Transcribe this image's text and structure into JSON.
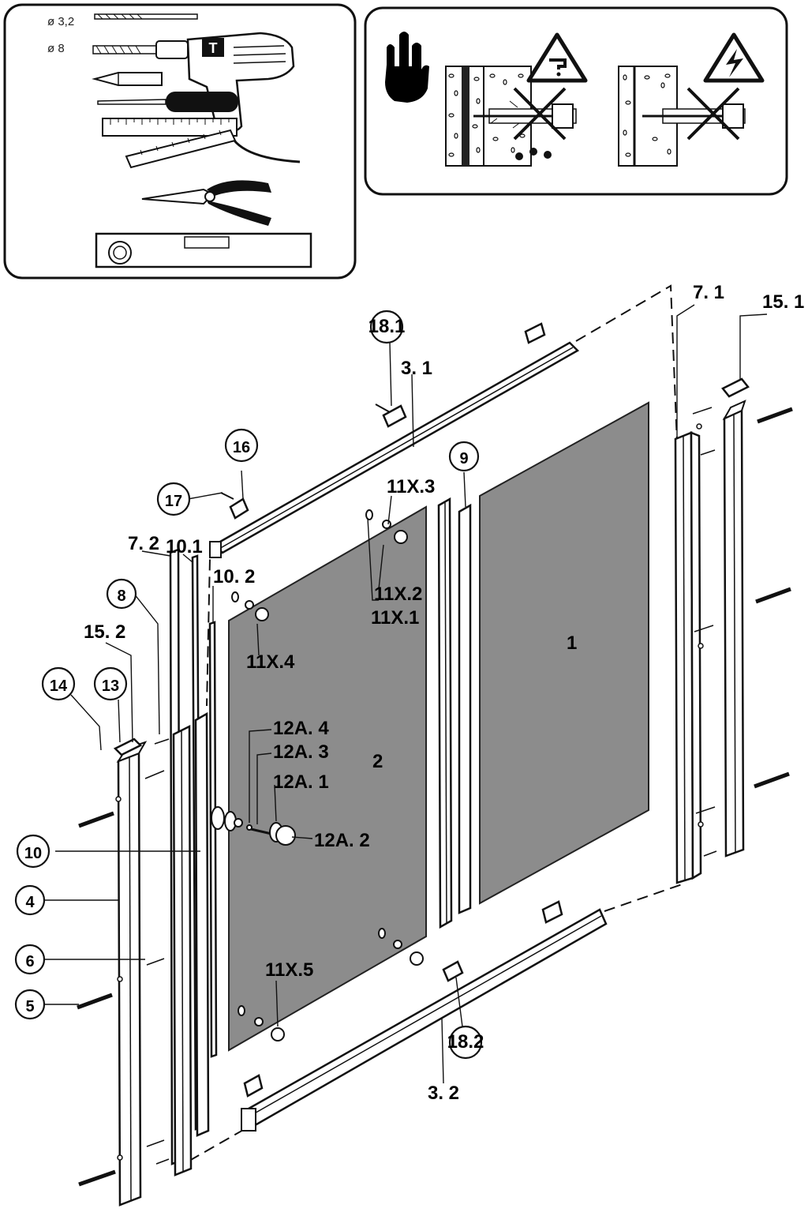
{
  "tools": {
    "drill_bits": [
      "ø 3,2",
      "ø 8"
    ],
    "drill_badge": "T"
  },
  "labels": {
    "p1": "1",
    "p2": "2",
    "p3_1": "3. 1",
    "p3_2": "3. 2",
    "p4": "4",
    "p5": "5",
    "p6": "6",
    "p7_1": "7. 1",
    "p7_2": "7. 2",
    "p8": "8",
    "p9": "9",
    "p10": "10",
    "p10_1": "10.1",
    "p10_2": "10. 2",
    "p11x1": "11X.1",
    "p11x2": "11X.2",
    "p11x3": "11X.3",
    "p11x4": "11X.4",
    "p11x5": "11X.5",
    "p12a1": "12A. 1",
    "p12a2": "12A. 2",
    "p12a3": "12A. 3",
    "p12a4": "12A. 4",
    "p13": "13",
    "p14": "14",
    "p15_1": "15. 1",
    "p15_2": "15. 2",
    "p16": "16",
    "p17": "17",
    "p18_1": "18.1",
    "p18_2": "18.2"
  },
  "colors": {
    "glass": "#8c8c8c",
    "line": "#111111"
  },
  "icons": {
    "hand": "pointing-hand-icon",
    "water_warning": "water-pipe-warning-icon",
    "electric_warning": "electric-shock-warning-icon"
  }
}
